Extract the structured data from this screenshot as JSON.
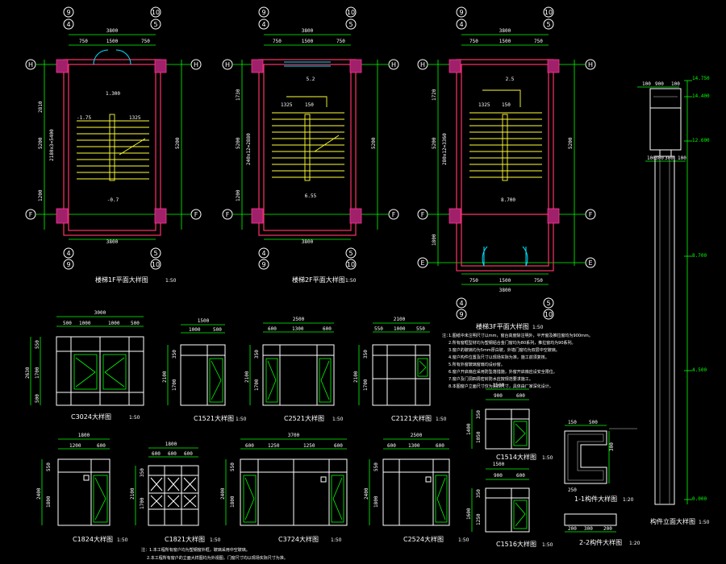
{
  "plans": [
    {
      "title": "楼梯1F平面大样图",
      "scale": "1:50",
      "top_grids": [
        "4",
        "5"
      ],
      "top_sub": [
        "9",
        "10"
      ],
      "bottom_grids": [
        "4",
        "5"
      ],
      "bottom_sub": [
        "9",
        "10"
      ],
      "left_grids": [
        "H",
        "F"
      ],
      "width": "3800",
      "segs": [
        "750",
        "1500",
        "750"
      ],
      "dims_v": [
        "2810",
        "5200",
        "1200"
      ],
      "level_top": "1.300",
      "level_bot": "-0.7",
      "stair_txt": "2180x3=5400",
      "note1": "-1.75",
      "note2": "1325"
    },
    {
      "title": "楼梯2F平面大样图",
      "scale": "1:50",
      "top_grids": [
        "4",
        "5"
      ],
      "top_sub": [
        "9",
        "10"
      ],
      "bottom_grids": [
        "4",
        "5"
      ],
      "bottom_sub": [
        "9",
        "10"
      ],
      "left_grids": [
        "H",
        "F"
      ],
      "width": "3800",
      "segs": [
        "750",
        "1500",
        "750"
      ],
      "dims_v": [
        "1730",
        "5200",
        "1200"
      ],
      "level_top": "5.2",
      "level_bot": "6.55",
      "stair_txt": "240x12=2880",
      "note1": "1325",
      "note2": "150"
    },
    {
      "title": "楼梯3F平面大样图",
      "scale": "1:50",
      "top_grids": [
        "4",
        "5"
      ],
      "top_sub": [
        "9",
        "10"
      ],
      "bottom_grids": [
        "4",
        "5"
      ],
      "bottom_sub": [
        "9",
        "10"
      ],
      "left_grids": [
        "H",
        "F",
        "E"
      ],
      "width": "3800",
      "segs": [
        "750",
        "1500",
        "750"
      ],
      "dims_v": [
        "1720",
        "5200",
        "1800"
      ],
      "level_top": "2.5",
      "level_bot": "8.700",
      "stair_txt": "280x12=3360",
      "note1": "1325",
      "note2": "150"
    }
  ],
  "windows": [
    {
      "title": "C3024大样图",
      "scale": "1:50",
      "width": "3000",
      "segs": [
        "500",
        "1000",
        "1000",
        "500"
      ],
      "dims_v": [
        "550",
        "1700",
        "500"
      ],
      "height": "2630"
    },
    {
      "title": "C1521大样图",
      "scale": "1:50",
      "width": "1500",
      "segs": [
        "1000",
        "500"
      ],
      "dims_v": [
        "350",
        "1700"
      ],
      "height": "2100"
    },
    {
      "title": "C2521大样图",
      "scale": "1:50",
      "width": "2500",
      "segs": [
        "600",
        "1300",
        "600"
      ],
      "dims_v": [
        "350",
        "1700"
      ],
      "height": "2100"
    },
    {
      "title": "C2121大样图",
      "scale": "1:50",
      "width": "2100",
      "segs": [
        "550",
        "1000",
        "550"
      ],
      "dims_v": [
        "350",
        "1700"
      ],
      "height": "2100"
    },
    {
      "title": "C1824大样图",
      "scale": "1:50",
      "width": "1800",
      "segs": [
        "1200",
        "600"
      ],
      "dims_v": [
        "550",
        "1800"
      ],
      "height": "2400"
    },
    {
      "title": "C1821大样图",
      "scale": "1:50",
      "width": "1800",
      "segs": [
        "600",
        "600",
        "600"
      ],
      "dims_v": [
        "350",
        "1700"
      ],
      "height": "2100"
    },
    {
      "title": "C3724大样图",
      "scale": "1:50",
      "width": "3700",
      "segs": [
        "600",
        "1250",
        "1250",
        "600"
      ],
      "dims_v": [
        "550",
        "1800"
      ],
      "height": "2400"
    },
    {
      "title": "C2524大样图",
      "scale": "1:50",
      "width": "2500",
      "segs": [
        "600",
        "1300",
        "600"
      ],
      "dims_v": [
        "550",
        "1800"
      ],
      "height": "2400"
    },
    {
      "title": "C1514大样图",
      "scale": "1:50",
      "width": "1500",
      "segs": [
        "900",
        "600"
      ],
      "dims_v": [
        "350",
        "1050"
      ],
      "height": "1400"
    },
    {
      "title": "C1516大样图",
      "scale": "1:50",
      "width": "1500",
      "segs": [
        "900",
        "600"
      ],
      "dims_v": [
        "350",
        "1250"
      ],
      "height": "1600"
    }
  ],
  "details": [
    {
      "title": "1-1构件大样图",
      "scale": "1:20",
      "dims": [
        "150",
        "500",
        "250",
        "300"
      ]
    },
    {
      "title": "2-2构件大样图",
      "scale": "1:20",
      "dims": [
        "200",
        "300",
        "200"
      ]
    }
  ],
  "section": {
    "title": "构件立面大样图",
    "scale": "1:50",
    "levels": [
      "14.750",
      "14.400",
      "12.600",
      "8.700",
      "4.500",
      "0.000"
    ],
    "top_dims": [
      "100",
      "900",
      "100"
    ],
    "sub_dims": [
      "100",
      "300",
      "300",
      "100"
    ]
  },
  "notes": {
    "heading": "注：",
    "lines": [
      "1.图纸中未注明尺寸以mm，窗台高度除注明外，平开窗及推拉窗均为900mm。",
      "2.所有窗框型材均为塑钢铝合金门窗均为80系列，推拉窗均为90系列。",
      "3.窗户的玻璃均为5mm厚白玻，外墙门窗均为双层中空玻璃。",
      "4.窗户构件位置及尺寸以现场实际为准，施工前须复核。",
      "5.所有外窗玻璃窗扇均设纱窗。",
      "6.窗户开启扇应采用防坠落措施，外窗开启扇应设安全限位。",
      "7.窗户及门洞四周密封防水应按规范要求施工。",
      "8.本图窗户立面尺寸仅为洞口尺寸，具体由厂家深化设计。"
    ]
  },
  "footnote": {
    "lines": [
      "注：1.本工程所有窗户均为塑钢窗外框，玻璃采用中空玻璃。",
      "2.本工程所有窗户的立面大样图均为外视图，门窗尺寸均以现场实际尺寸为准。"
    ]
  }
}
